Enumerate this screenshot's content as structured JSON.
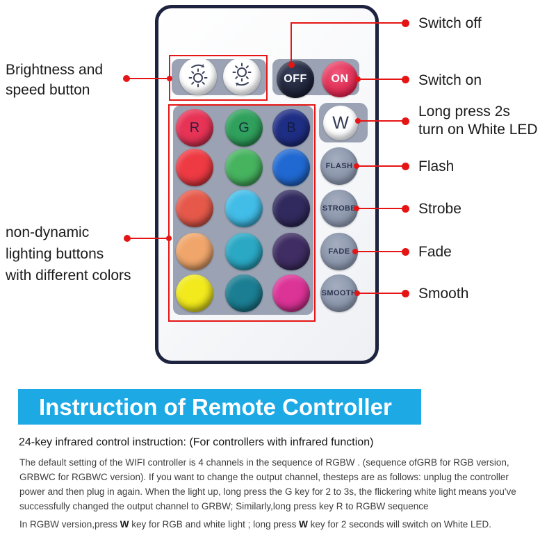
{
  "colors": {
    "annotation_red": "#e51515",
    "panel_gray": "#9aa2b4",
    "banner_blue": "#1da9e4",
    "remote_border": "#1e2340",
    "off_button": "#20263e",
    "on_button": "#e8315a"
  },
  "remote": {
    "power_buttons": [
      {
        "label": "OFF",
        "bg": "#20263e"
      },
      {
        "label": "ON",
        "bg": "#e8315a"
      }
    ],
    "brightness_buttons": [
      {
        "icon": "sun-brightness-up-icon"
      },
      {
        "icon": "sun-brightness-down-icon"
      }
    ],
    "white_button": {
      "label": "W"
    },
    "mode_buttons": [
      {
        "label": "FLASH"
      },
      {
        "label": "STROBE"
      },
      {
        "label": "FADE"
      },
      {
        "label": "SMOOTH"
      }
    ],
    "color_grid": [
      [
        {
          "label": "R",
          "color": "#e73356"
        },
        {
          "label": "G",
          "color": "#2fa15c"
        },
        {
          "label": "B",
          "color": "#1f2e85"
        }
      ],
      [
        {
          "label": "",
          "color": "#ee3a43"
        },
        {
          "label": "",
          "color": "#46b35f"
        },
        {
          "label": "",
          "color": "#2069d2"
        }
      ],
      [
        {
          "label": "",
          "color": "#e6594a"
        },
        {
          "label": "",
          "color": "#41bde8"
        },
        {
          "label": "",
          "color": "#312a5e"
        }
      ],
      [
        {
          "label": "",
          "color": "#f0a66b"
        },
        {
          "label": "",
          "color": "#2aa8c4"
        },
        {
          "label": "",
          "color": "#3f2d63"
        }
      ],
      [
        {
          "label": "",
          "color": "#f2ea1c"
        },
        {
          "label": "",
          "color": "#1b7e93"
        },
        {
          "label": "",
          "color": "#dc3397"
        }
      ]
    ]
  },
  "callouts": {
    "left": [
      {
        "text": "Brightness and\nspeed button"
      },
      {
        "text": "non-dynamic\nlighting buttons\nwith different colors"
      }
    ],
    "right": [
      {
        "text": "Switch off"
      },
      {
        "text": "Switch on"
      },
      {
        "text": "Long press 2s\nturn on White LED"
      },
      {
        "text": "Flash"
      },
      {
        "text": "Strobe"
      },
      {
        "text": "Fade"
      },
      {
        "text": "Smooth"
      }
    ]
  },
  "instruction": {
    "banner_title": "Instruction of Remote Controller",
    "heading": "24-key infrared control instruction: (For controllers with infrared function)",
    "paragraph_lines": [
      "The default setting of the WIFI controller is 4 channels in the sequence of RGBW . (sequence ofGRB for RGB version,",
      "GRBWC for RGBWC version). If you want to change the output channel, thesteps are as follows: unplug the controller",
      "power and then plug in again. When the light up, long press the G key for 2 to 3s, the flickering white light means you've",
      "successfully changed the output channel to GRBW; Similarly,long press key R to RGBW sequence"
    ],
    "rgbw_parts": [
      "In RGBW version,press ",
      "W",
      " key for RGB and white light ; long press ",
      "W",
      " key for 2 seconds will switch on White LED."
    ]
  }
}
